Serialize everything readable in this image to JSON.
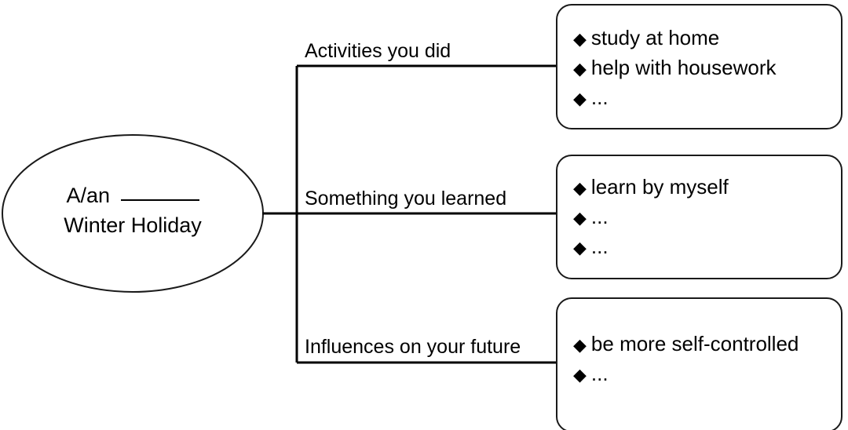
{
  "diagram": {
    "type": "mind-map",
    "root": {
      "line1_prefix": "A/an",
      "line1_blank": "______",
      "line2": "Winter Holiday"
    },
    "bullet_glyph": "◆",
    "branches": [
      {
        "label": "Activities you did",
        "items": [
          "study at home",
          "help with housework",
          "..."
        ]
      },
      {
        "label": "Something you learned",
        "items": [
          "learn by myself",
          "...",
          "..."
        ]
      },
      {
        "label": "Influences on your future",
        "items": [
          "be more self-controlled",
          "..."
        ]
      }
    ],
    "colors": {
      "stroke": "#1a1a1a",
      "text": "#000000",
      "background": "#ffffff"
    }
  }
}
